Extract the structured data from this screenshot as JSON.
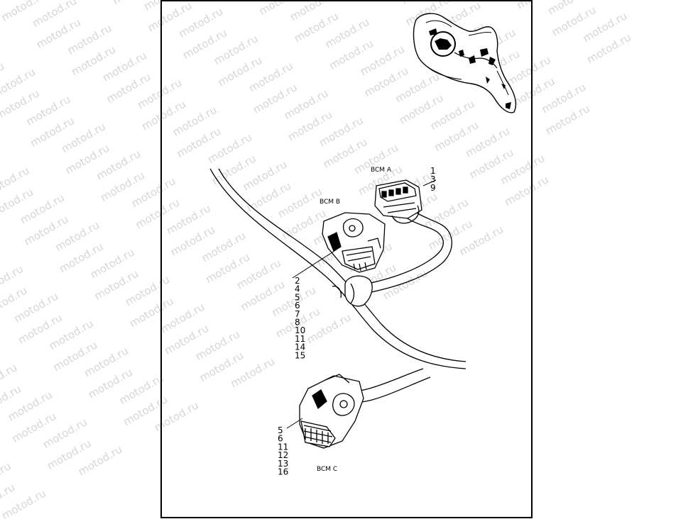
{
  "watermark": "motod.ru",
  "connectors": {
    "bcm_a": {
      "label": "BCM A",
      "pins": [
        "1",
        "3",
        "9"
      ]
    },
    "bcm_b": {
      "label": "BCM B",
      "pins": [
        "2",
        "4",
        "5",
        "6",
        "7",
        "8",
        "10",
        "11",
        "14",
        "15"
      ]
    },
    "bcm_c": {
      "label": "BCM C",
      "pins": [
        "5",
        "6",
        "11",
        "12",
        "13",
        "16"
      ]
    }
  }
}
